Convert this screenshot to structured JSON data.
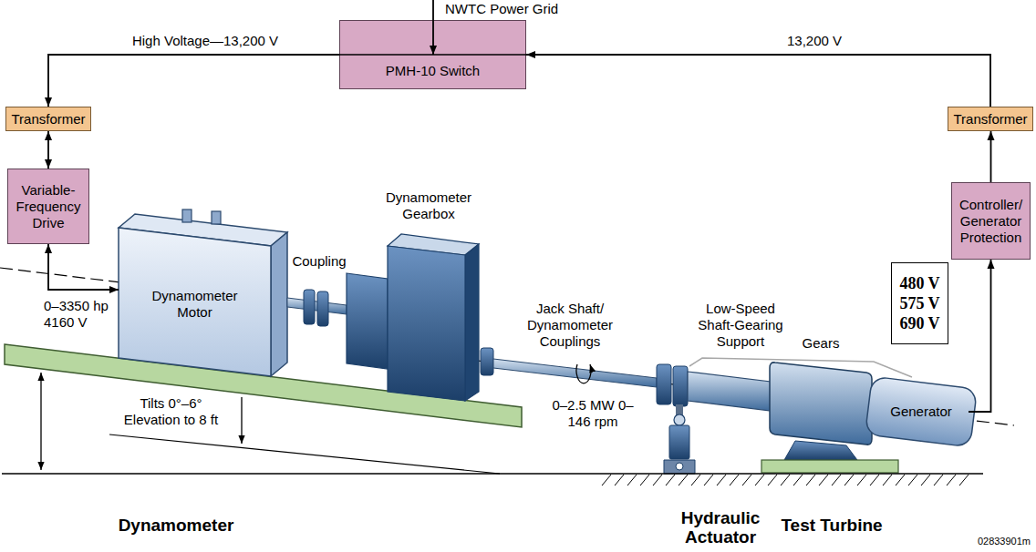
{
  "diagram": {
    "nodes": [
      {
        "text": [
          "PMH-10 Switch"
        ]
      },
      {
        "text": [
          "Transformer"
        ]
      },
      {
        "text": [
          "Transformer"
        ]
      },
      {
        "text": [
          "Variable- Frequency Drive"
        ]
      },
      {
        "text": [
          "Controller/ Generator Protection"
        ]
      },
      {
        "text": [
          "480 V 575 V 690 V"
        ]
      },
      {
        "text": [
          "Dynamometer Motor"
        ]
      },
      {
        "text": [
          "Generator"
        ]
      }
    ],
    "edges": [
      {
        "from": 0,
        "to": 1,
        "arrow": "to",
        "label": "High Voltage—13,200 V"
      },
      {
        "from": 2,
        "to": 0,
        "arrow": "to",
        "label": "13,200 V"
      },
      {
        "from": 1,
        "to": 3,
        "arrow": "both"
      },
      {
        "from": 3,
        "to": 6,
        "arrow": "both",
        "label": "0–3350 hp 4160 V"
      },
      {
        "from": 4,
        "to": 2,
        "arrow": "to"
      },
      {
        "from": 7,
        "to": 4,
        "arrow": "to"
      }
    ],
    "labels": [
      "NWTC Power Grid",
      "Coupling",
      "Dynamometer Gearbox",
      "Jack Shaft/ Dynamometer Couplings",
      "0–2.5 MW 0–146 rpm",
      "Low-Speed Shaft-Gearing Support",
      "Gears",
      "Tilts 0°–6° Elevation to 8 ft",
      "Dynamometer",
      "Hydraulic Actuator",
      "Test Turbine",
      "02833901m"
    ]
  }
}
